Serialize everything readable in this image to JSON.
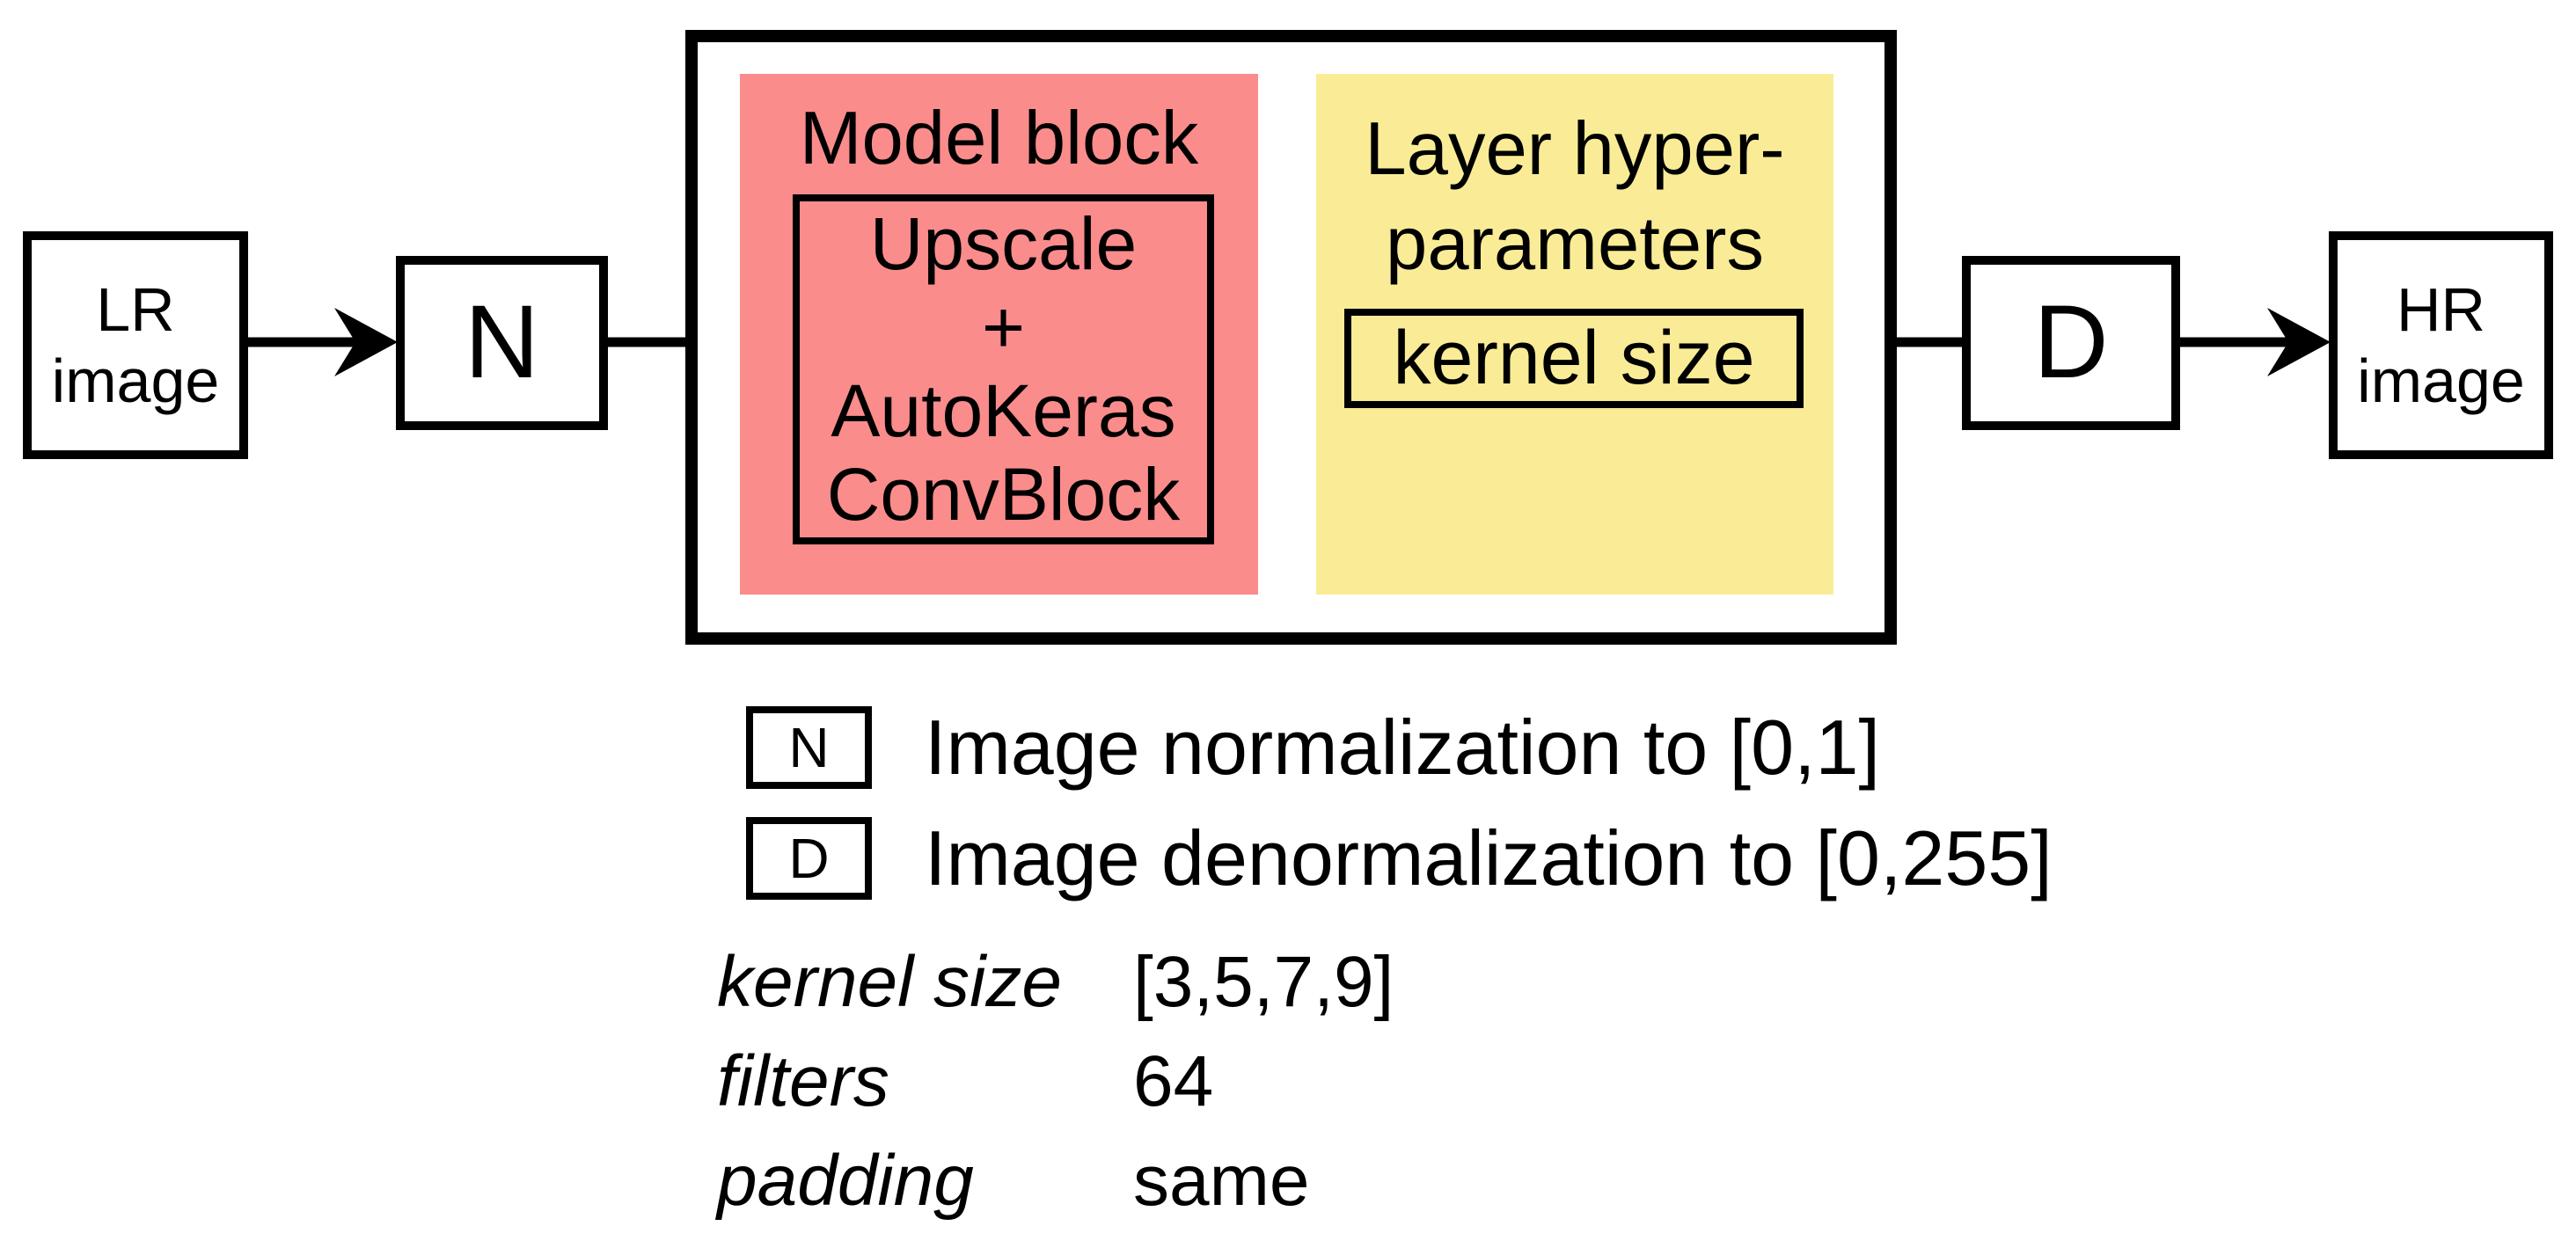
{
  "colors": {
    "model_block_bg": "#FB8C8C",
    "hyper_block_bg": "#FAEC96",
    "line": "#000000"
  },
  "flow": {
    "lr_box": {
      "lines": [
        "LR",
        "image"
      ]
    },
    "n_box": {
      "label": "N"
    },
    "model_block": {
      "title": "Model block",
      "inner_lines": [
        "Upscale",
        "+",
        "AutoKeras",
        "ConvBlock"
      ]
    },
    "hyper_block": {
      "title_lines": [
        "Layer hyper-",
        "parameters"
      ],
      "kernel_label": "kernel size"
    },
    "d_box": {
      "label": "D"
    },
    "hr_box": {
      "lines": [
        "HR",
        "image"
      ]
    }
  },
  "legend": {
    "items": [
      {
        "symbol": "N",
        "description": "Image normalization to [0,1]"
      },
      {
        "symbol": "D",
        "description": "Image denormalization to [0,255]"
      }
    ],
    "hyperparameters": [
      {
        "name": "kernel size",
        "value": "[3,5,7,9]"
      },
      {
        "name": "filters",
        "value": "64"
      },
      {
        "name": "padding",
        "value": "same"
      }
    ]
  }
}
